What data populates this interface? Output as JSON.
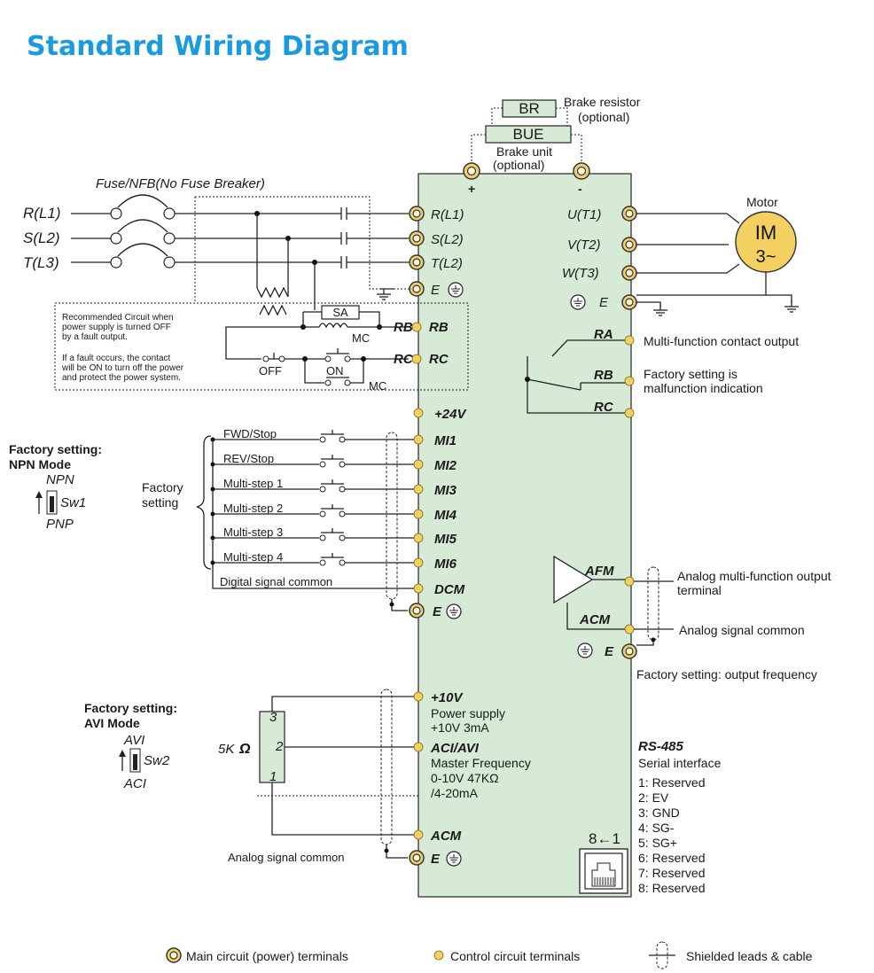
{
  "title": "Standard Wiring Diagram",
  "brake": {
    "br": "BR",
    "br_label1": "Brake resistor",
    "br_label2": "(optional)",
    "bue": "BUE",
    "bue_label1": "Brake unit",
    "bue_label2": "(optional)",
    "plus": "+",
    "minus": "-"
  },
  "fuse_label": "Fuse/NFB(No Fuse Breaker)",
  "inputs": [
    "R(L1)",
    "S(L2)",
    "T(L3)"
  ],
  "main_left_terms": [
    "R(L1)",
    "S(L2)",
    "T(L2)",
    "E"
  ],
  "outputs": [
    "U(T1)",
    "V(T2)",
    "W(T3)",
    "E"
  ],
  "motor": {
    "label": "Motor",
    "im": "IM",
    "phase": "3~"
  },
  "recommended": {
    "note1": [
      "Recommended Circuit when",
      "power supply is turned OFF",
      "by a fault output."
    ],
    "note2": [
      "If a fault occurs, the contact",
      "will be ON to turn off the power",
      "and protect the power system."
    ],
    "sa": "SA",
    "mc": "MC",
    "off": "OFF",
    "on": "ON",
    "mc2": "MC",
    "rb": "RB",
    "rc": "RC"
  },
  "relay": {
    "ra": "RA",
    "rb": "RB",
    "rc": "RC",
    "ra_label": "Multi-function contact output",
    "rb_label1": "Factory setting is",
    "rb_label2": "malfunction indication"
  },
  "npn": {
    "title1": "Factory setting:",
    "title2": "NPN Mode",
    "top": "NPN",
    "sw": "Sw1",
    "bottom": "PNP"
  },
  "factory_setting": [
    "Factory",
    "setting"
  ],
  "digital_inputs": [
    {
      "label": "FWD/Stop",
      "term": "MI1"
    },
    {
      "label": "REV/Stop",
      "term": "MI2"
    },
    {
      "label": "Multi-step 1",
      "term": "MI3"
    },
    {
      "label": "Multi-step 2",
      "term": "MI4"
    },
    {
      "label": "Multi-step 3",
      "term": "MI5"
    },
    {
      "label": "Multi-step 4",
      "term": "MI6"
    }
  ],
  "plus24": "+24V",
  "dcm": {
    "label": "Digital signal common",
    "term": "DCM",
    "e": "E"
  },
  "afm": {
    "afm": "AFM",
    "acm": "ACM",
    "e": "E",
    "label1": "Analog multi-function output",
    "label2": "terminal",
    "common": "Analog signal common",
    "factory": "Factory setting: output frequency"
  },
  "avi": {
    "title1": "Factory setting:",
    "title2": "AVI Mode",
    "top": "AVI",
    "sw": "Sw2",
    "bottom": "ACI",
    "pot": "5K",
    "ohm": "Ω",
    "p3": "3",
    "p2": "2",
    "p1": "1"
  },
  "analog_in": {
    "plus10": "+10V",
    "plus10_desc1": "Power supply",
    "plus10_desc2": "+10V 3mA",
    "aci": "ACI/AVI",
    "aci_desc1": "Master Frequency",
    "aci_desc2": "0-10V 47KΩ",
    "aci_desc3": "/4-20mA",
    "acm": "ACM",
    "e": "E",
    "common": "Analog signal common"
  },
  "rs485": {
    "title": "RS-485",
    "subtitle": "Serial interface",
    "arrow": "8←1",
    "pins": [
      "1: Reserved",
      "2: EV",
      "3: GND",
      "4: SG-",
      "5: SG+",
      "6: Reserved",
      "7: Reserved",
      "8: Reserved"
    ]
  },
  "legend": {
    "main": "Main circuit (power) terminals",
    "control": "Control circuit terminals",
    "shield": "Shielded leads & cable"
  }
}
